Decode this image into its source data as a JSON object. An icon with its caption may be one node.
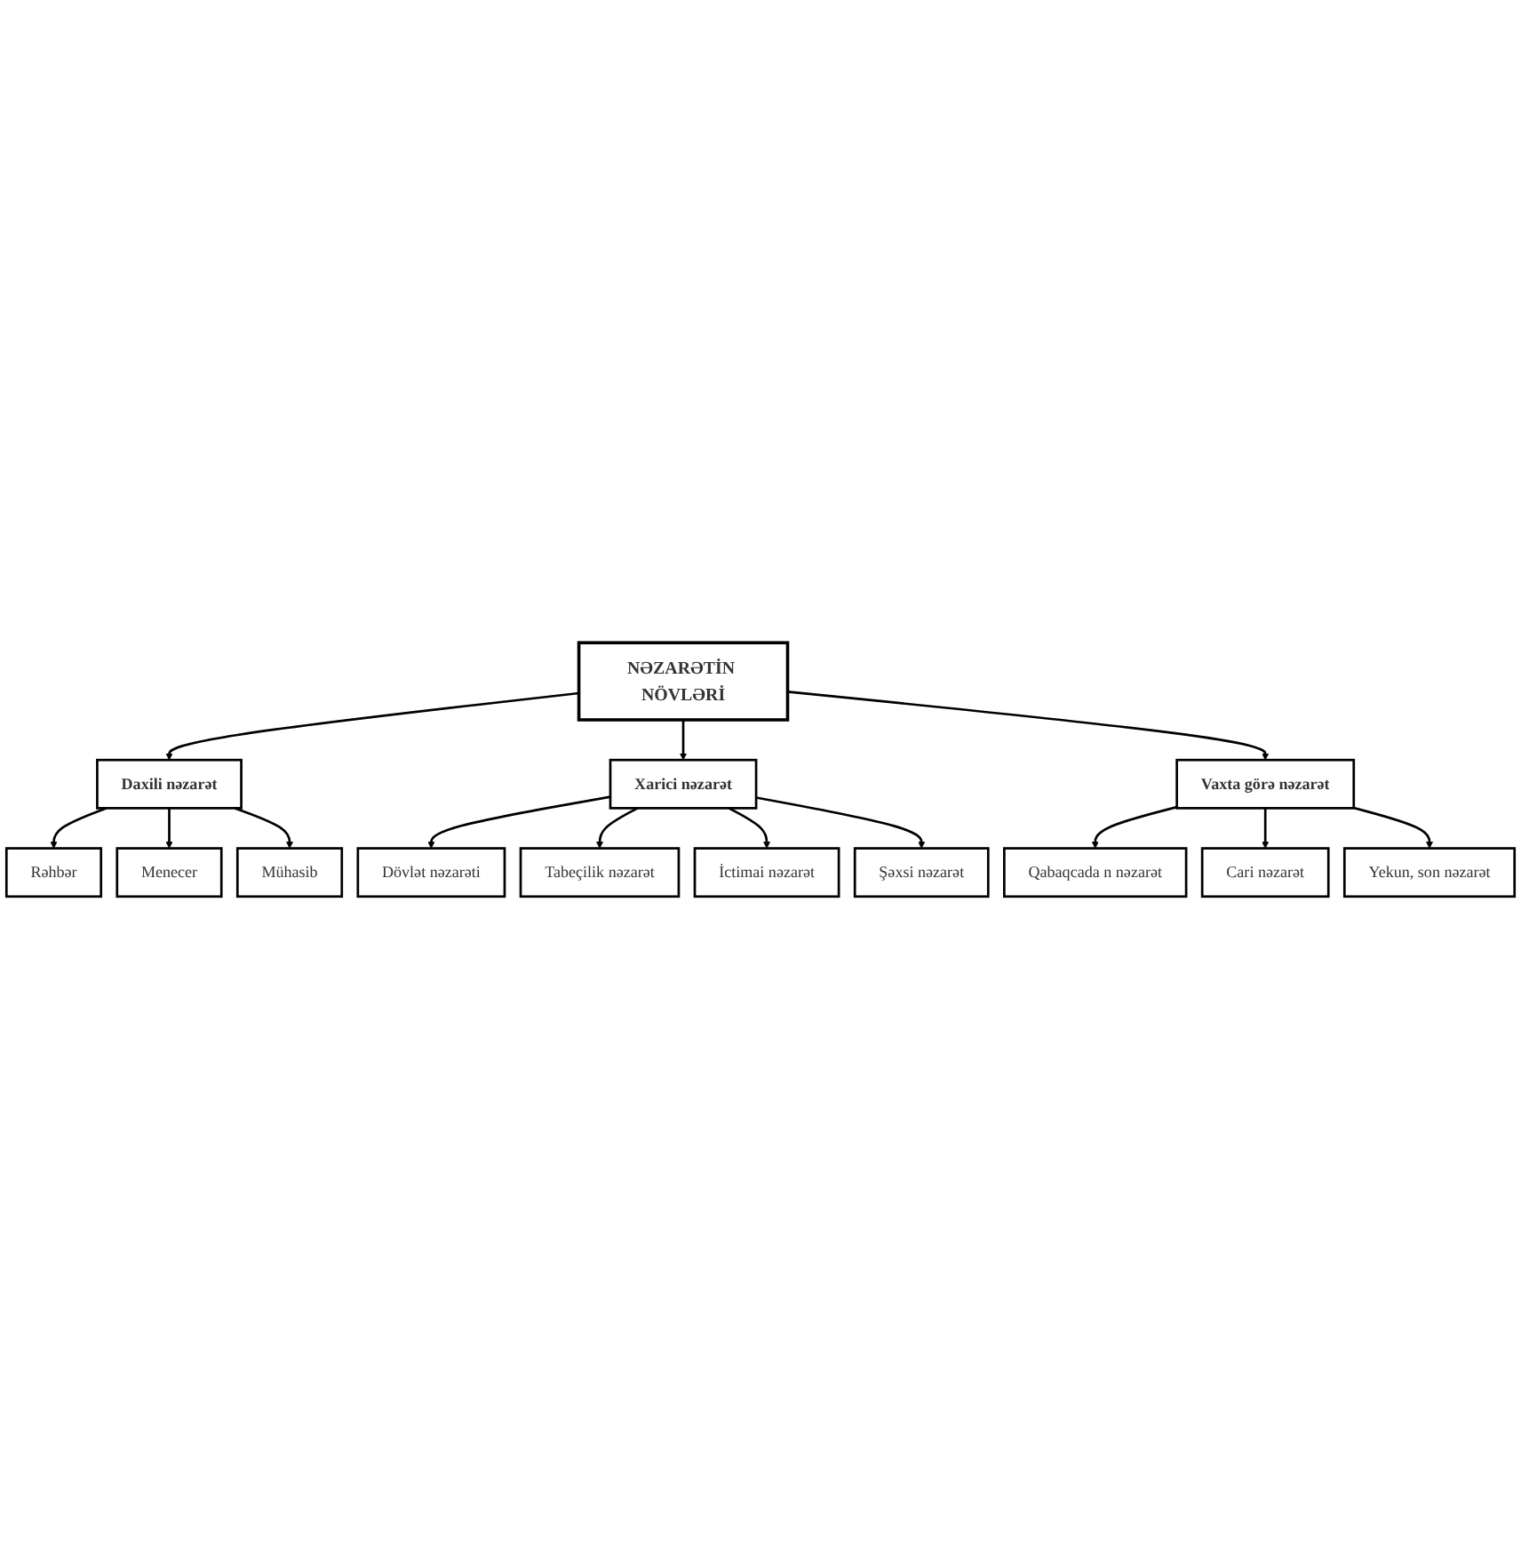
{
  "diagram": {
    "nodes": [
      {
        "text": [
          "NƏZARƏTİN NÖVLƏRİ"
        ]
      },
      {
        "text": [
          "Daxili nəzarət"
        ]
      },
      {
        "text": [
          "Xarici nəzarət"
        ]
      },
      {
        "text": [
          "Vaxta görə nəzarət"
        ]
      },
      {
        "text": [
          "Rəhbər"
        ]
      },
      {
        "text": [
          "Menecer"
        ]
      },
      {
        "text": [
          "Mühasib"
        ]
      },
      {
        "text": [
          "Dövlət nəzarəti"
        ]
      },
      {
        "text": [
          "Tabeçilik nəzarət"
        ]
      },
      {
        "text": [
          "İctimai nəzarət"
        ]
      },
      {
        "text": [
          "Şəxsi nəzarət"
        ]
      },
      {
        "text": [
          "Qabaqcada n nəzarət"
        ]
      },
      {
        "text": [
          "Cari nəzarət"
        ]
      },
      {
        "text": [
          "Yekun, son nəzarət"
        ]
      }
    ],
    "edges": [
      {
        "from": 0,
        "to": 1,
        "arrow": "to"
      },
      {
        "from": 0,
        "to": 2,
        "arrow": "to"
      },
      {
        "from": 0,
        "to": 3,
        "arrow": "to"
      },
      {
        "from": 1,
        "to": 4,
        "arrow": "to"
      },
      {
        "from": 1,
        "to": 5,
        "arrow": "to"
      },
      {
        "from": 1,
        "to": 6,
        "arrow": "to"
      },
      {
        "from": 2,
        "to": 7,
        "arrow": "to"
      },
      {
        "from": 2,
        "to": 8,
        "arrow": "to"
      },
      {
        "from": 2,
        "to": 9,
        "arrow": "to"
      },
      {
        "from": 2,
        "to": 10,
        "arrow": "to"
      },
      {
        "from": 3,
        "to": 11,
        "arrow": "to"
      },
      {
        "from": 3,
        "to": 12,
        "arrow": "to"
      },
      {
        "from": 3,
        "to": 13,
        "arrow": "to"
      }
    ]
  }
}
